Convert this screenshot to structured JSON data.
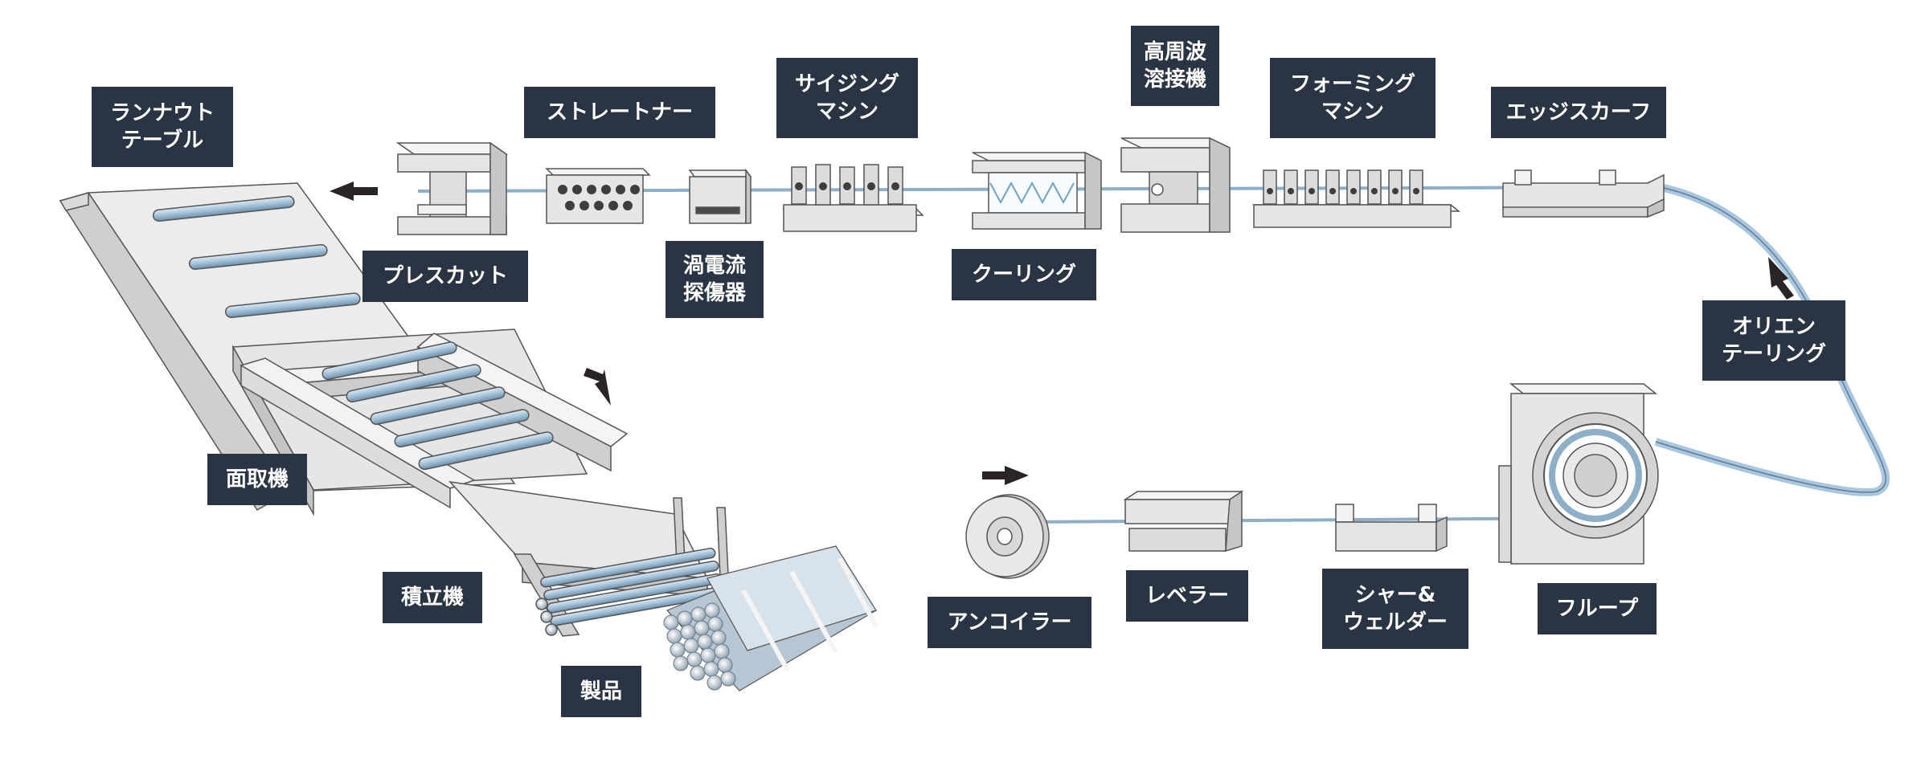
{
  "labels": {
    "runout_table": "ランナウト\nテーブル",
    "straightener": "ストレートナー",
    "sizing_machine": "サイジング\nマシン",
    "hf_welder": "高周波\n溶接機",
    "forming_machine": "フォーミング\nマシン",
    "edge_scarf": "エッジスカーフ",
    "press_cut": "プレスカット",
    "eddy_current": "渦電流\n探傷器",
    "cooling": "クーリング",
    "orienteering": "オリエン\nテーリング",
    "chamfering": "面取機",
    "stacker": "積立機",
    "product": "製品",
    "uncoiler": "アンコイラー",
    "leveler": "レベラー",
    "shear_welder": "シャー&\nウェルダー",
    "loop": "フループ"
  },
  "colors": {
    "label_bg": "#2b3443",
    "label_text": "#ffffff",
    "machine_fill": "#ebebeb",
    "machine_side": "#c8c8c8",
    "machine_stroke": "#555555",
    "strip": "#a9c6de",
    "arrow": "#2b2424"
  }
}
